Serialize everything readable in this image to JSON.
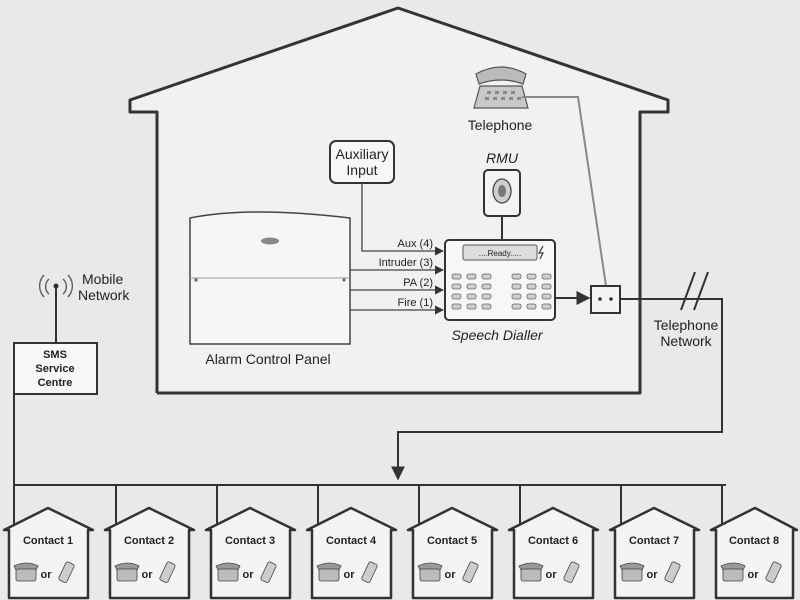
{
  "house": {
    "telephone_label": "Telephone",
    "rmu_label": "RMU",
    "aux_input_line1": "Auxiliary",
    "aux_input_line2": "Input",
    "control_panel_label": "Alarm Control Panel",
    "dialler_label": "Speech Dialler",
    "dialler_screen": "....Ready.....",
    "inputs": [
      "Aux (4)",
      "Intruder (3)",
      "PA (2)",
      "Fire (1)"
    ]
  },
  "mobile_network": {
    "line1": "Mobile",
    "line2": "Network"
  },
  "sms_centre": {
    "line1": "SMS",
    "line2": "Service",
    "line3": "Centre"
  },
  "telephone_network": {
    "line1": "Telephone",
    "line2": "Network"
  },
  "contacts": {
    "or_text": "or",
    "labels": [
      "Contact 1",
      "Contact 2",
      "Contact 3",
      "Contact 4",
      "Contact 5",
      "Contact 6",
      "Contact 7",
      "Contact 8"
    ]
  },
  "colors": {
    "background": "#e9e9e9",
    "line": "#333333",
    "telephone_line": "#888888"
  }
}
